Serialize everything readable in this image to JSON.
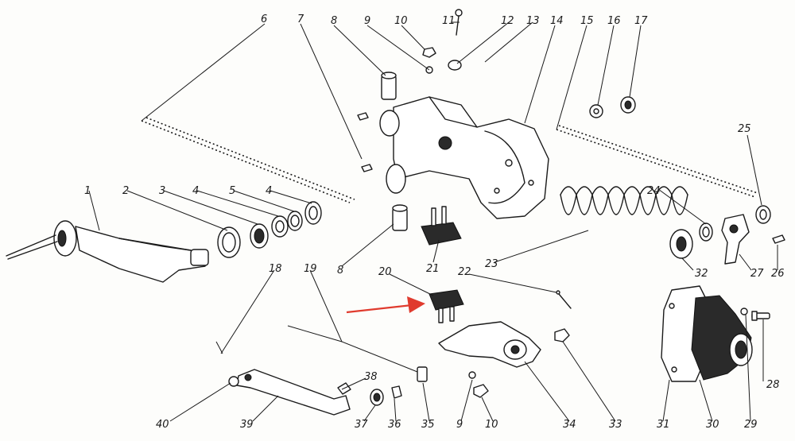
{
  "diagram": {
    "callouts": [
      {
        "id": "l6",
        "text": "6"
      },
      {
        "id": "l7",
        "text": "7"
      },
      {
        "id": "l8a",
        "text": "8"
      },
      {
        "id": "l9a",
        "text": "9"
      },
      {
        "id": "l10a",
        "text": "10"
      },
      {
        "id": "l11",
        "text": "11"
      },
      {
        "id": "l12",
        "text": "12"
      },
      {
        "id": "l13",
        "text": "13"
      },
      {
        "id": "l14",
        "text": "14"
      },
      {
        "id": "l15",
        "text": "15"
      },
      {
        "id": "l16",
        "text": "16"
      },
      {
        "id": "l17",
        "text": "17"
      },
      {
        "id": "l25",
        "text": "25"
      },
      {
        "id": "l1",
        "text": "1"
      },
      {
        "id": "l2",
        "text": "2"
      },
      {
        "id": "l3",
        "text": "3"
      },
      {
        "id": "l4a",
        "text": "4"
      },
      {
        "id": "l5",
        "text": "5"
      },
      {
        "id": "l4b",
        "text": "4"
      },
      {
        "id": "l24",
        "text": "24"
      },
      {
        "id": "l8b",
        "text": "8"
      },
      {
        "id": "l21",
        "text": "21"
      },
      {
        "id": "l23",
        "text": "23"
      },
      {
        "id": "l32",
        "text": "32"
      },
      {
        "id": "l27",
        "text": "27"
      },
      {
        "id": "l26",
        "text": "26"
      },
      {
        "id": "l18",
        "text": "18"
      },
      {
        "id": "l19",
        "text": "19"
      },
      {
        "id": "l20",
        "text": "20"
      },
      {
        "id": "l22",
        "text": "22"
      },
      {
        "id": "l28",
        "text": "28"
      },
      {
        "id": "l38",
        "text": "38"
      },
      {
        "id": "l40",
        "text": "40"
      },
      {
        "id": "l39",
        "text": "39"
      },
      {
        "id": "l37",
        "text": "37"
      },
      {
        "id": "l36",
        "text": "36"
      },
      {
        "id": "l35",
        "text": "35"
      },
      {
        "id": "l9b",
        "text": "9"
      },
      {
        "id": "l10b",
        "text": "10"
      },
      {
        "id": "l34",
        "text": "34"
      },
      {
        "id": "l33",
        "text": "33"
      },
      {
        "id": "l31",
        "text": "31"
      },
      {
        "id": "l30",
        "text": "30"
      },
      {
        "id": "l29",
        "text": "29"
      }
    ],
    "colors": {
      "ink": "#1a1a1a",
      "arrow": "#e03b2e",
      "paper": "#fdfdfb"
    }
  }
}
